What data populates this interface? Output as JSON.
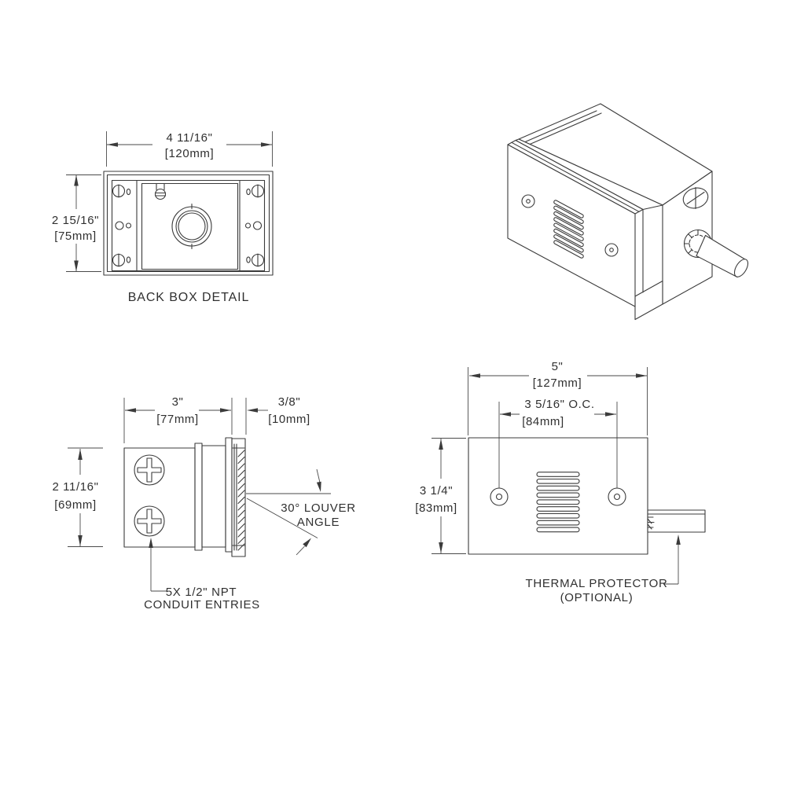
{
  "drawing": {
    "back_box_view": {
      "caption": "BACK BOX DETAIL",
      "width_in": "4 11/16\"",
      "width_mm": "[120mm]",
      "height_in": "2 15/16\"",
      "height_mm": "[75mm]"
    },
    "side_view": {
      "depth_in": "3\"",
      "depth_mm": "[77mm]",
      "faceplate_in": "3/8\"",
      "faceplate_mm": "[10mm]",
      "height_in": "2 11/16\"",
      "height_mm": "[69mm]",
      "louver_angle_note_1": "30° LOUVER",
      "louver_angle_note_2": "ANGLE",
      "conduit_note_1": "5X 1/2\" NPT",
      "conduit_note_2": "CONDUIT ENTRIES"
    },
    "front_view": {
      "width_in": "5\"",
      "width_mm": "[127mm]",
      "mounting_centers_in": "3 5/16\" O.C.",
      "mounting_centers_mm": "[84mm]",
      "height_in": "3 1/4\"",
      "height_mm": "[83mm]",
      "thermal_note_1": "THERMAL PROTECTOR",
      "thermal_note_2": "(OPTIONAL)"
    },
    "colors": {
      "line": "#3b3b3b",
      "text": "#303030",
      "background": "#ffffff"
    }
  }
}
